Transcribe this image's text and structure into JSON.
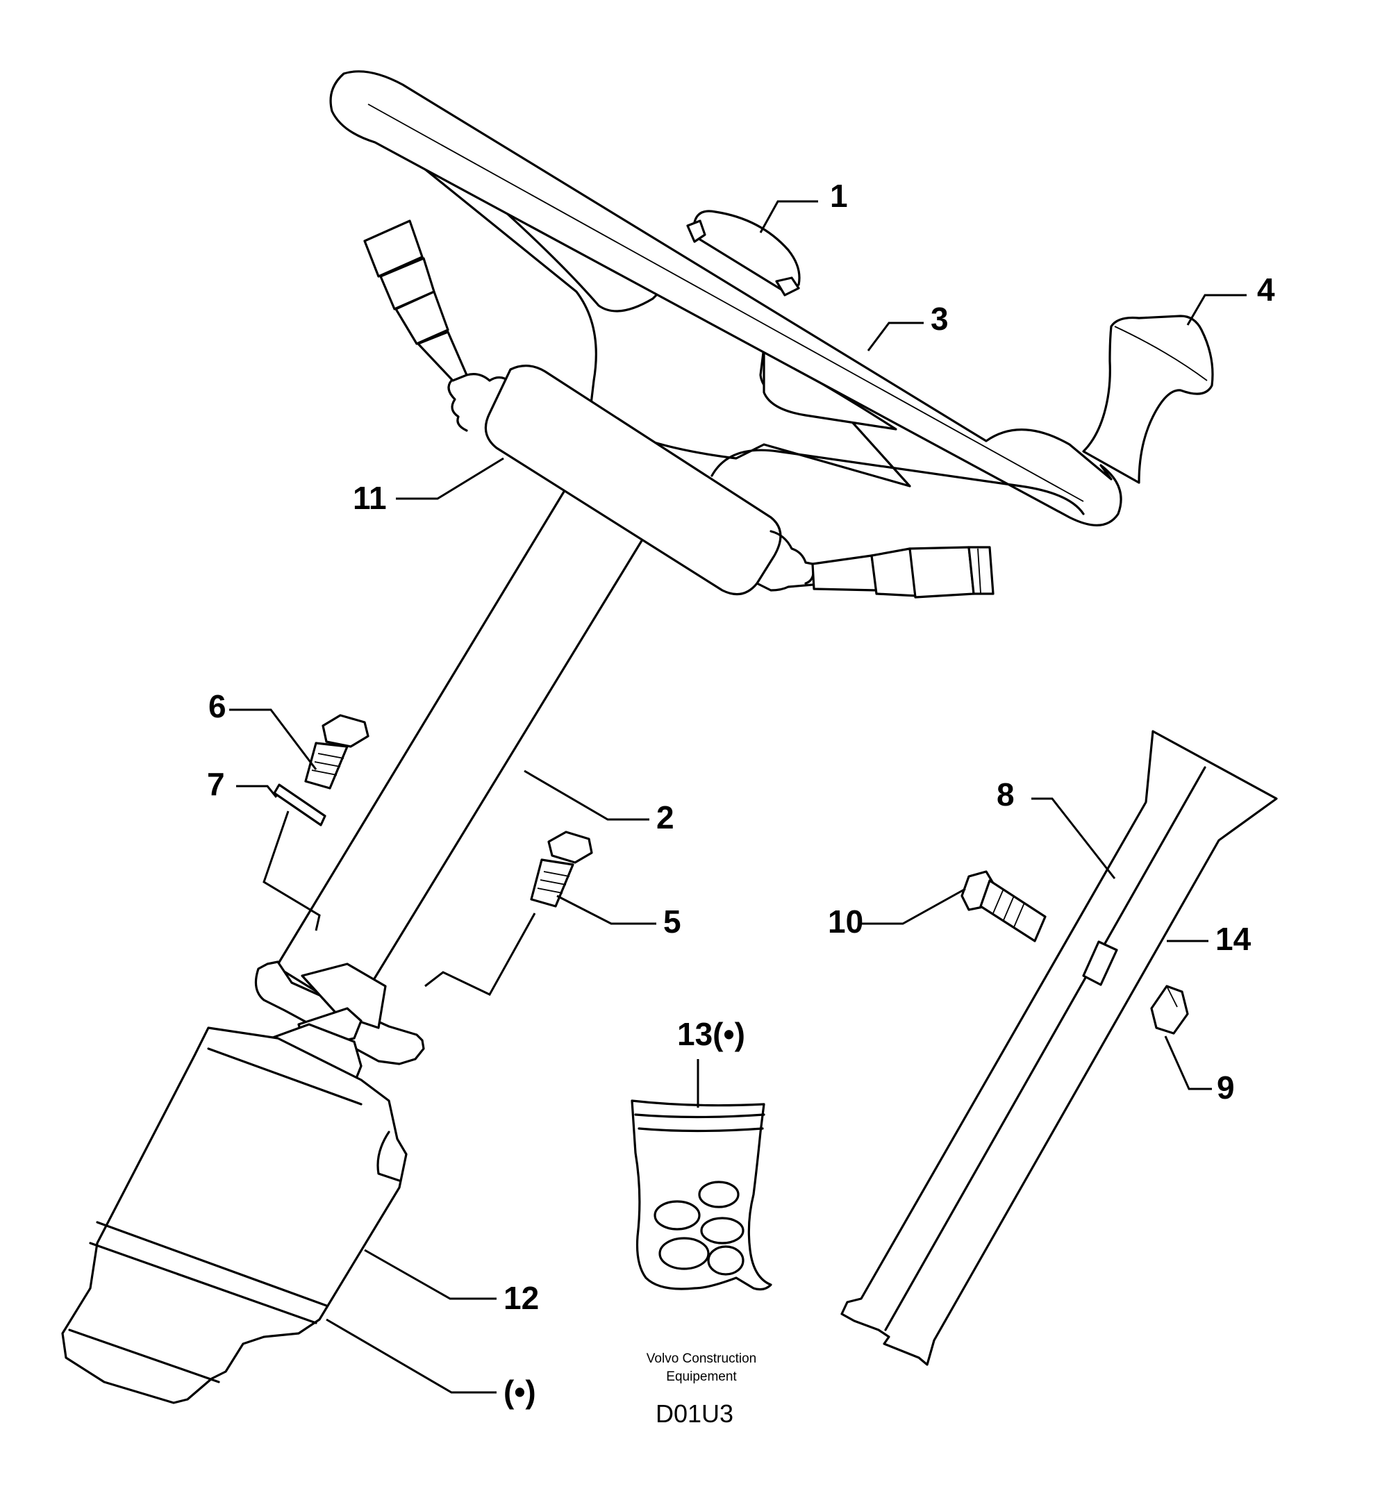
{
  "figure": {
    "callouts": {
      "c1": "1",
      "c2": "2",
      "c3": "3",
      "c4": "4",
      "c5": "5",
      "c6": "6",
      "c7": "7",
      "c8": "8",
      "c9": "9",
      "c10": "10",
      "c11": "11",
      "c12": "12",
      "c13": "13(•)",
      "c14": "14",
      "bullet": "(•)"
    },
    "footer": {
      "company_line1": "Volvo Construction",
      "company_line2": "Equipement",
      "drawing_code": "D01U3"
    }
  }
}
